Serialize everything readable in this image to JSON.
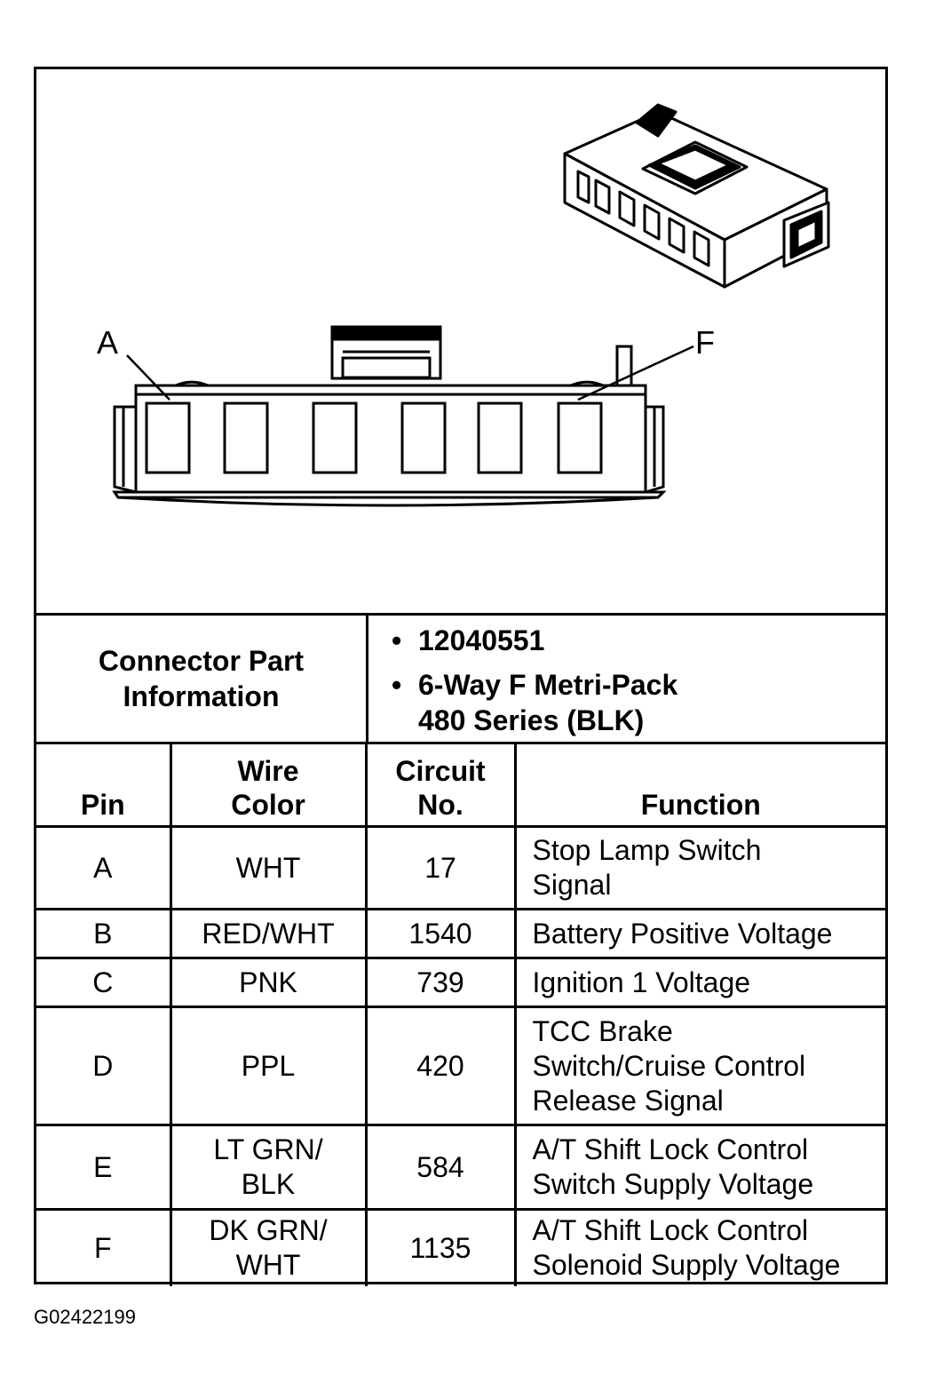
{
  "connector": {
    "pin_first_label": "A",
    "pin_last_label": "F",
    "cavity_count": 6
  },
  "info": {
    "label_line1": "Connector Part",
    "label_line2": "Information",
    "part_number": "12040551",
    "description_line1": "6-Way F Metri-Pack",
    "description_line2": "480 Series (BLK)"
  },
  "table": {
    "headers": {
      "pin": "Pin",
      "wire_color_line1": "Wire",
      "wire_color_line2": "Color",
      "circuit_line1": "Circuit",
      "circuit_line2": "No.",
      "function": "Function"
    },
    "rows": [
      {
        "pin": "A",
        "color1": "WHT",
        "color2": "",
        "circuit": "17",
        "func1": "Stop Lamp Switch",
        "func2": "Signal",
        "func3": ""
      },
      {
        "pin": "B",
        "color1": "RED/WHT",
        "color2": "",
        "circuit": "1540",
        "func1": "Battery Positive Voltage",
        "func2": "",
        "func3": ""
      },
      {
        "pin": "C",
        "color1": "PNK",
        "color2": "",
        "circuit": "739",
        "func1": "Ignition 1 Voltage",
        "func2": "",
        "func3": ""
      },
      {
        "pin": "D",
        "color1": "PPL",
        "color2": "",
        "circuit": "420",
        "func1": "TCC Brake",
        "func2": "Switch/Cruise Control",
        "func3": "Release Signal"
      },
      {
        "pin": "E",
        "color1": "LT GRN/",
        "color2": "BLK",
        "circuit": "584",
        "func1": "A/T Shift Lock Control",
        "func2": "Switch Supply Voltage",
        "func3": ""
      },
      {
        "pin": "F",
        "color1": "DK GRN/",
        "color2": "WHT",
        "circuit": "1135",
        "func1": "A/T Shift Lock Control",
        "func2": "Solenoid Supply Voltage",
        "func3": ""
      }
    ]
  },
  "figure_code": "G02422199"
}
